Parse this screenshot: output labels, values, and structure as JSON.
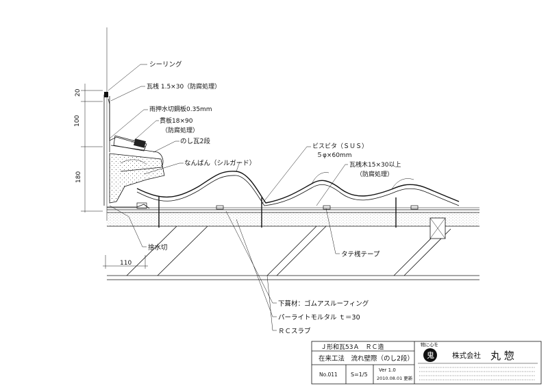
{
  "labels": {
    "sealing": "シーリング",
    "batten_top": "瓦桟 1.5×30（防腐処理）",
    "flashing": "雨押水切鋼板0.35mm",
    "nuki_1": "貫板18×90",
    "nuki_2": "（防腐処理）",
    "noshi": "のし瓦2段",
    "nanban": "なんばん（シルガード）",
    "bis_1": "ビスビタ（ＳＵＳ）",
    "bis_2": "５φ×60mm",
    "batten_1": "瓦桟木15×30以上",
    "batten_2": "（防腐処理）",
    "drip": "捨水切",
    "tate": "タテ桟テープ",
    "under": "下葺材：ゴムアスルーフィング",
    "mortar": "パーライトモルタル ｔ＝30",
    "slab": "ＲＣスラブ"
  },
  "dimensions": {
    "d20": "20",
    "d100": "100",
    "d180": "180",
    "d110": "110"
  },
  "title_block": {
    "product": "Ｊ形和瓦53Ａ　ＲＣ造",
    "method": "在来工法　流れ壁際（のし2段）",
    "number": "No.011",
    "scale": "S=1/5",
    "version": "Ver 1.0",
    "date": "2010.08.01 更新",
    "motto": "物に心を",
    "logo_char": "鬼",
    "company": "株式会社",
    "company_name": "丸 惣"
  },
  "colors": {
    "ink": "#111111",
    "paper": "#ffffff"
  }
}
